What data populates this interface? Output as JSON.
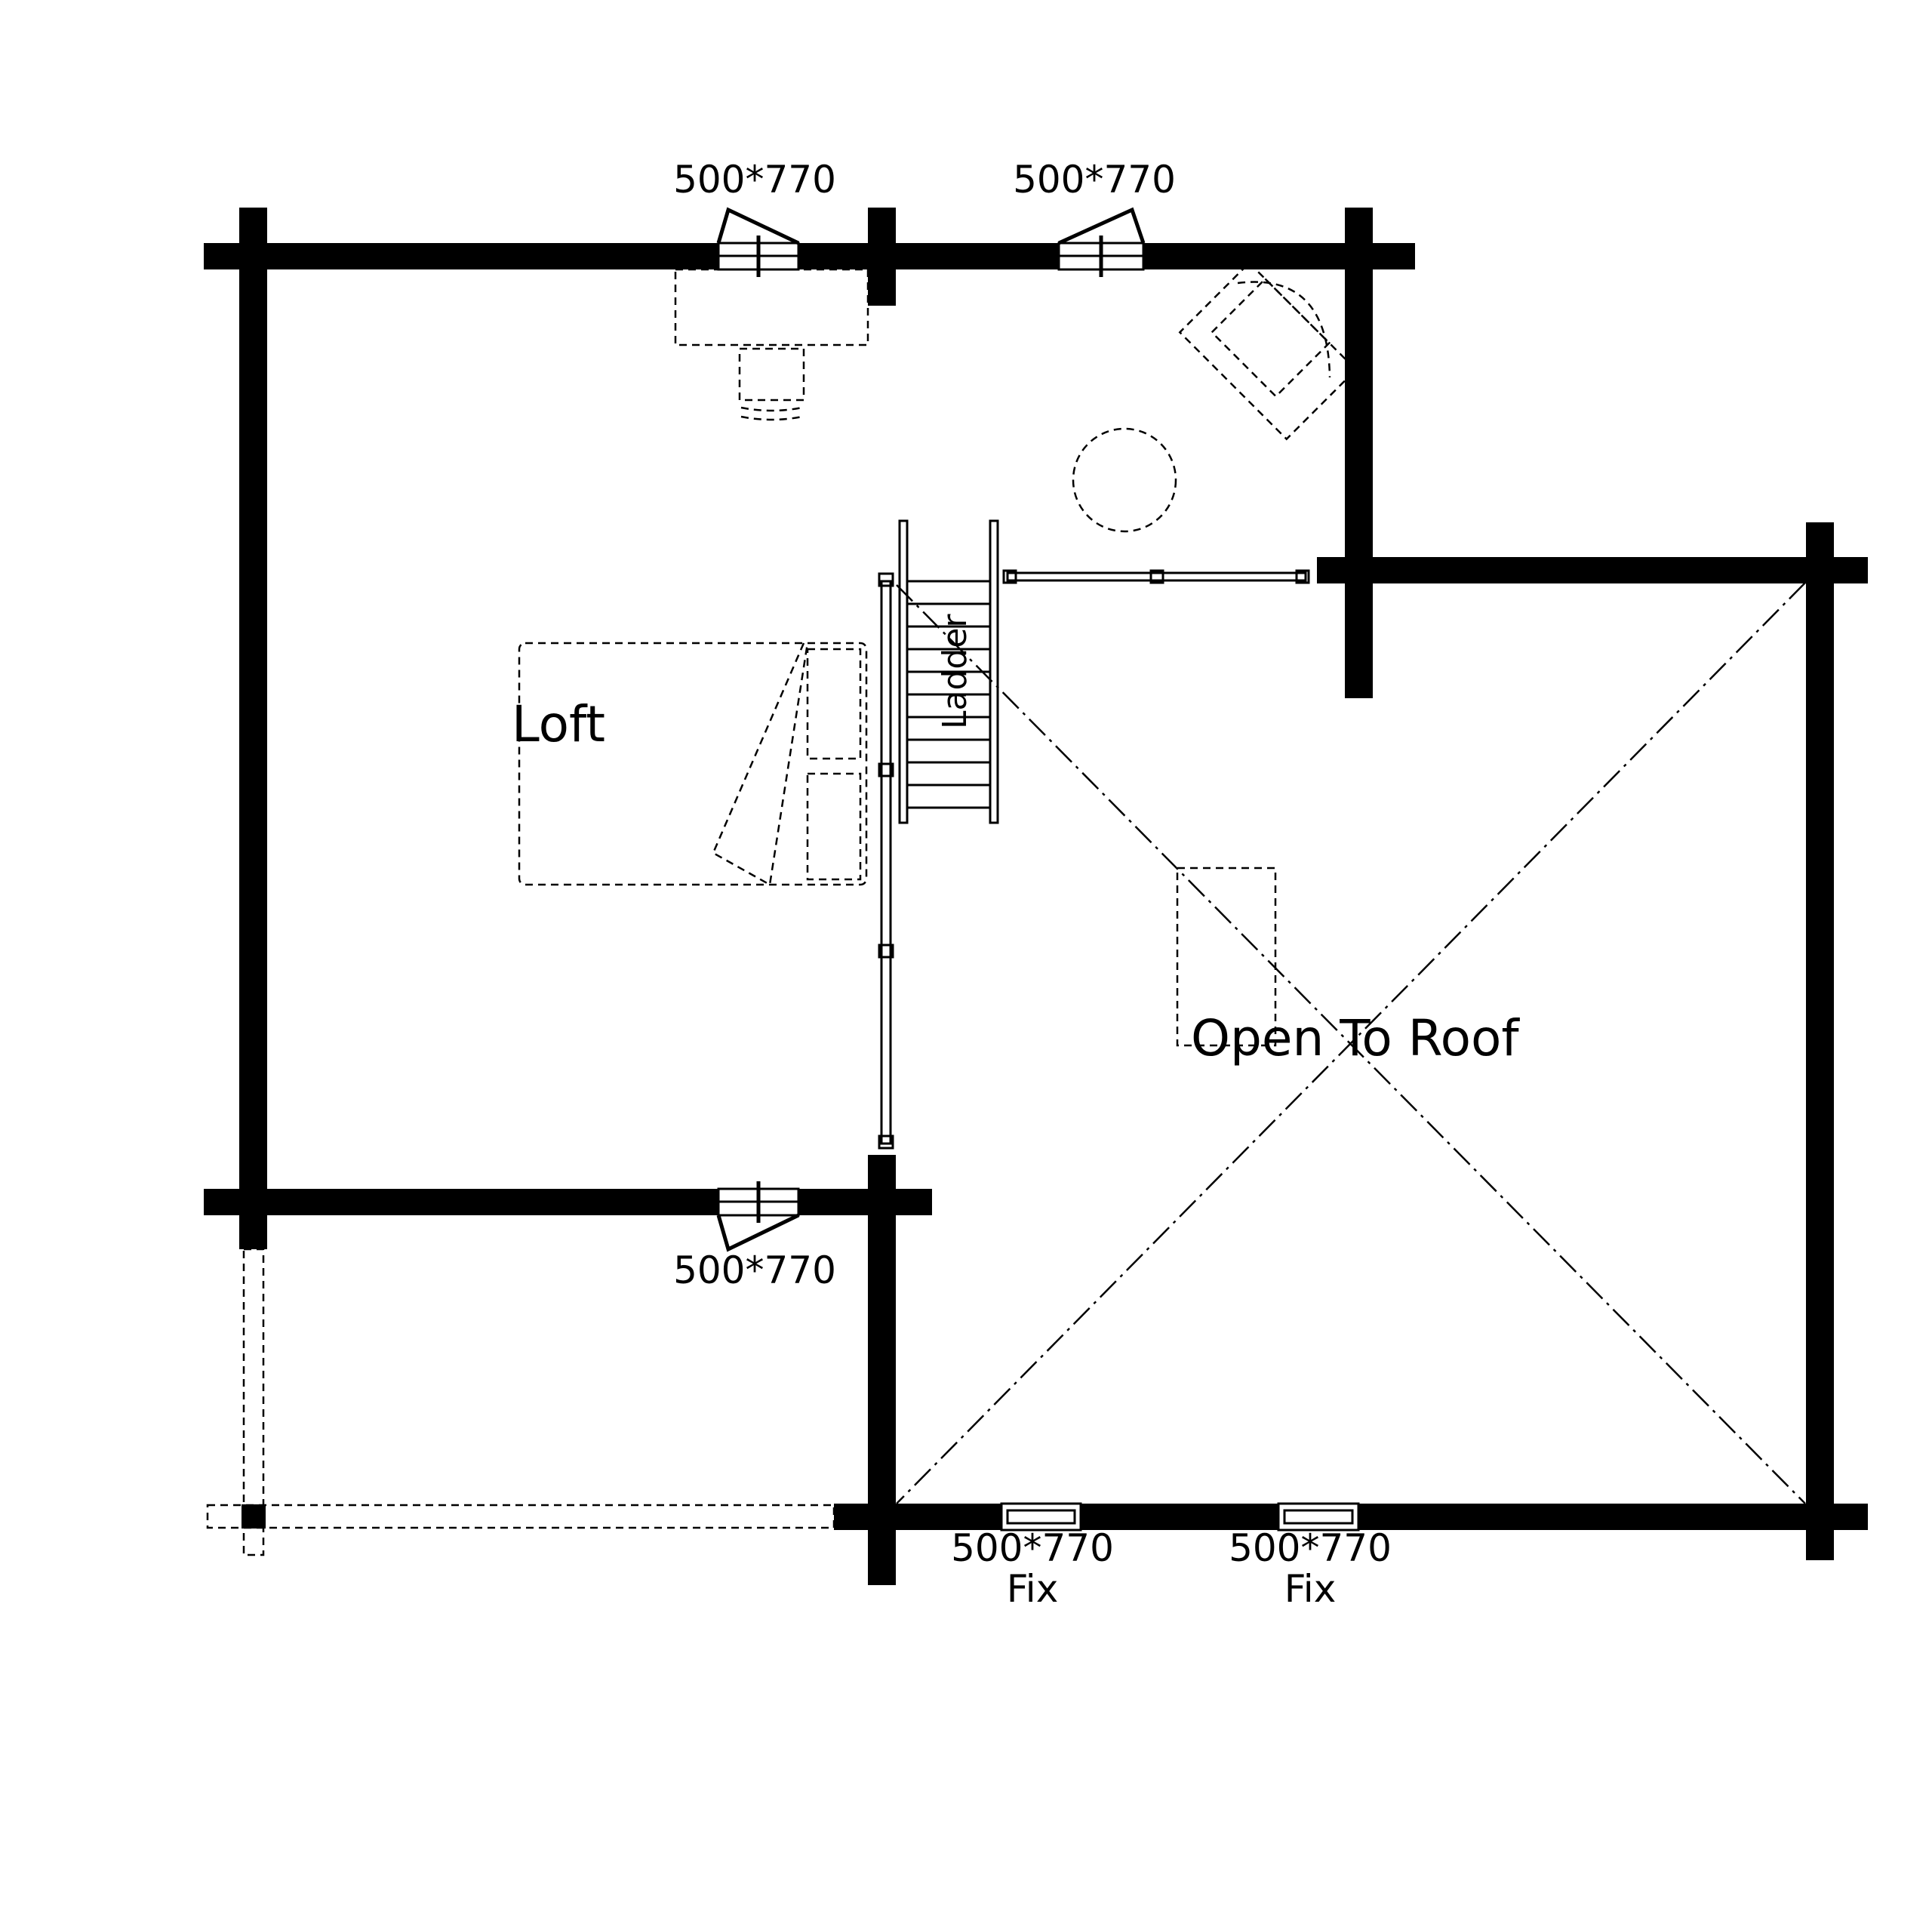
{
  "rooms": {
    "loft": "Loft",
    "open_to_roof": "Open To Roof",
    "ladder": "Ladder"
  },
  "windows": {
    "top_left": "500*770",
    "top_right": "500*770",
    "mid_left": "500*770",
    "bottom_left": {
      "size": "500*770",
      "type": "Fix"
    },
    "bottom_right": {
      "size": "500*770",
      "type": "Fix"
    }
  }
}
